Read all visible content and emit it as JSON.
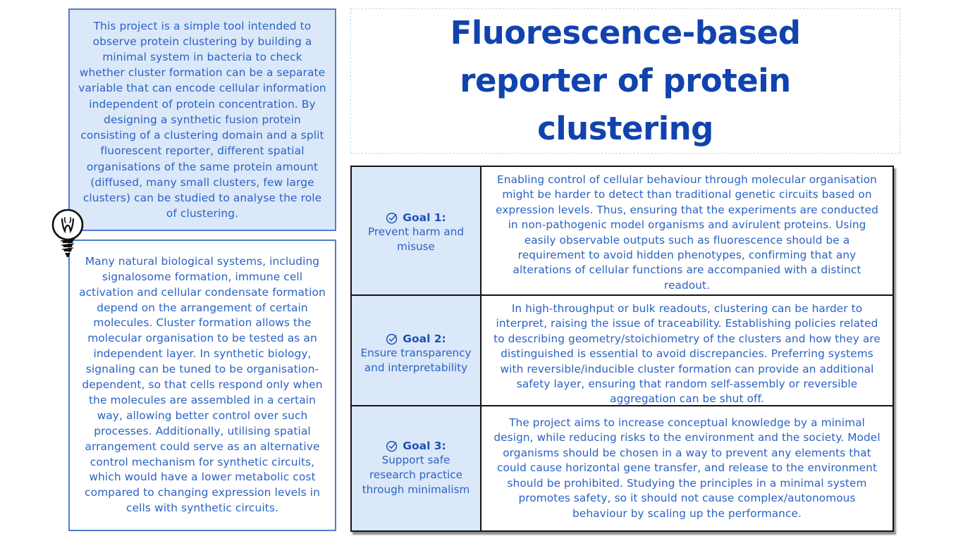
{
  "title": {
    "text": "Fluorescence-based reporter of protein clustering"
  },
  "intro_box": {
    "text": "This project is a simple tool intended to observe protein clustering by building a minimal system in bacteria to check whether cluster formation can be a separate variable that can encode cellular information independent of protein concentration. By designing a synthetic fusion protein consisting of a clustering domain and a split fluorescent reporter, different spatial organisations of the same protein amount (diffused, many small clusters, few large clusters) can be studied to analyse the role of clustering."
  },
  "background_box": {
    "text": "Many natural biological systems, including signalosome formation, immune cell activation and cellular condensate formation depend on the arrangement of certain molecules. Cluster formation allows the molecular organisation to be tested as an independent layer. In synthetic biology, signaling can be tuned to be organisation-dependent, so that cells respond only when the molecules are assembled in a certain way, allowing better control over such processes. Additionally, utilising spatial arrangement could serve as an alternative control mechanism for synthetic circuits, which would have a lower metabolic cost compared to changing expression levels in cells with synthetic circuits."
  },
  "goals_table": {
    "rows": [
      {
        "label": "Goal 1:",
        "sublabel": "Prevent harm and misuse",
        "description": "Enabling control of cellular behaviour through molecular organisation might be harder to detect than traditional genetic circuits based on expression levels. Thus, ensuring that the experiments are conducted in non-pathogenic model organisms and avirulent proteins. Using easily observable outputs such as fluorescence should be a requirement to avoid hidden phenotypes, confirming that any alterations of cellular functions are accompanied with a distinct readout."
      },
      {
        "label": "Goal 2:",
        "sublabel": "Ensure transparency and interpretability",
        "description": "In high-throughput or bulk readouts, clustering can be harder to interpret, raising the issue of traceability. Establishing policies related to describing geometry/stoichiometry of the clusters and how they are distinguished is essential to avoid discrepancies. Preferring systems with reversible/inducible cluster formation can provide an additional safety layer, ensuring that random self-assembly or reversible aggregation can be shut off."
      },
      {
        "label": "Goal 3:",
        "sublabel": "Support safe research practice through minimalism",
        "description": "The project aims to increase conceptual knowledge by a minimal design, while reducing risks to the environment and the society. Model organisms should be chosen in a way to prevent any elements that could cause horizontal gene transfer, and release to the environment should be prohibited. Studying the principles in a minimal system promotes safety, so it should not cause complex/autonomous behaviour by scaling up the performance."
      }
    ]
  },
  "icons": {
    "lightbulb": "lightbulb-doodle",
    "goal_check": "check-circle"
  },
  "colors": {
    "title_blue": "#1143ae",
    "body_blue": "#2a62c4",
    "goal_label_blue": "#1d52b6",
    "box_fill_light_blue": "#dbe8f9",
    "box_border_blue": "#4f7ed0",
    "table_border": "#141414",
    "title_box_border": "#c6d6ee",
    "background": "#ffffff"
  }
}
